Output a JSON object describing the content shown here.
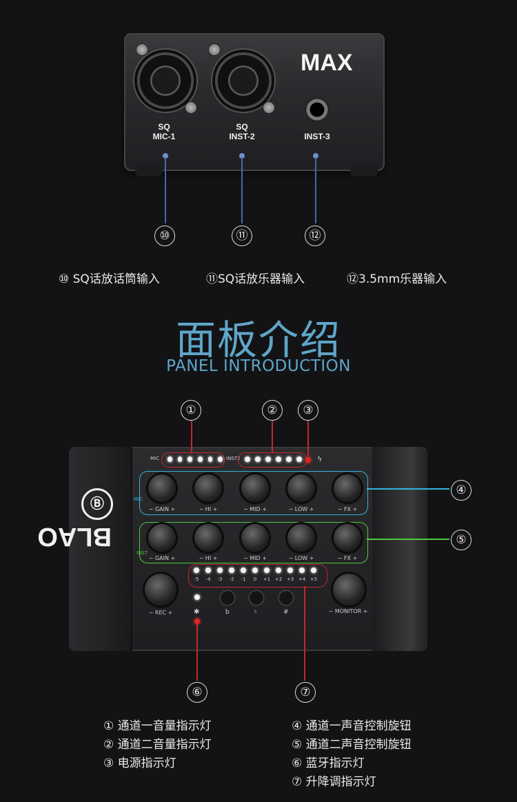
{
  "device_top": {
    "brand_mark": "MAX",
    "ports": [
      {
        "line1": "SQ",
        "line2": "MIC-1"
      },
      {
        "line1": "SQ",
        "line2": "INST-2"
      },
      {
        "line1": "",
        "line2": "INST-3"
      }
    ]
  },
  "top_callouts": {
    "numbers": [
      "⑩",
      "⑪",
      "⑫"
    ],
    "captions": [
      "⑩ SQ话放话筒输入",
      "⑪SQ话放乐器输入",
      "⑫3.5mm乐器输入"
    ]
  },
  "section": {
    "title": "面板介绍",
    "subtitle": "PANEL INTRODUCTION"
  },
  "panel": {
    "brand": "BLAO",
    "mic_label": "MIC",
    "inst_label": "INST2",
    "row1_tag": "MIC",
    "row2_tag": "INST",
    "knob_labels": [
      "− GAIN +",
      "− HI +",
      "− MID +",
      "− LOW +",
      "− FX +"
    ],
    "rec_label": "− REC +",
    "monitor_label": "− MONITOR +",
    "pitch_scale": [
      "-5",
      "-4",
      "-3",
      "-2",
      "-1",
      "0",
      "+1",
      "+2",
      "+3",
      "+4",
      "+5"
    ],
    "buttons": [
      "b",
      "♮",
      "#"
    ],
    "bluetooth_symbol": "✱",
    "power_symbol": "ϟ"
  },
  "callout_numbers": [
    "①",
    "②",
    "③",
    "④",
    "⑤",
    "⑥",
    "⑦"
  ],
  "legend_left": [
    "① 通道一音量指示灯",
    "② 通道二音量指示灯",
    "③ 电源指示灯"
  ],
  "legend_right": [
    "④ 通道一声音控制旋钮",
    "⑤ 通道二声音控制旋钮",
    "⑥ 蓝牙指示灯",
    "⑦ 升降调指示灯"
  ],
  "colors": {
    "accent_title": "#5fa6c9",
    "callout_red": "#c8262a",
    "callout_blue": "#35b3e0",
    "callout_green": "#4ccb3c",
    "pointer_blue": "#4a67a8"
  }
}
